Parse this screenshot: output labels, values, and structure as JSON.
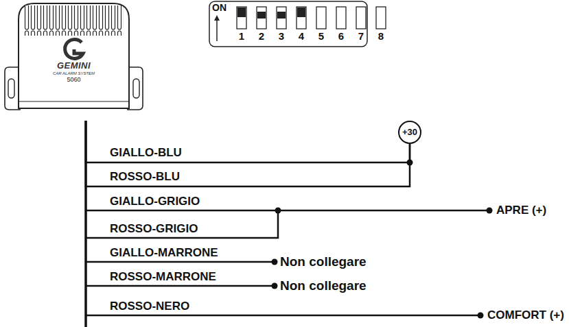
{
  "diagram": {
    "nodes": [
      {
        "text": [
          "GEMINI",
          "CAR ALARM SYSTEM",
          "5060"
        ]
      },
      {
        "text": [
          "+30"
        ]
      }
    ],
    "edges": [
      {
        "from": 0,
        "to": 1,
        "arrow": "none",
        "label": "GIALLO-BLU"
      },
      {
        "from": 0,
        "to": 1,
        "arrow": "none",
        "label": "ROSSO-BLU"
      }
    ],
    "labels": [
      "ON",
      "1",
      "2",
      "3",
      "4",
      "5",
      "6",
      "7",
      "8",
      "GIALLO-GRIGIO",
      "ROSSO-GRIGIO",
      "APRE (+)",
      "GIALLO-MARRONE",
      "Non collegare",
      "ROSSO-MARRONE",
      "Non collegare",
      "ROSSO-NERO",
      "COMFORT (+)"
    ]
  }
}
